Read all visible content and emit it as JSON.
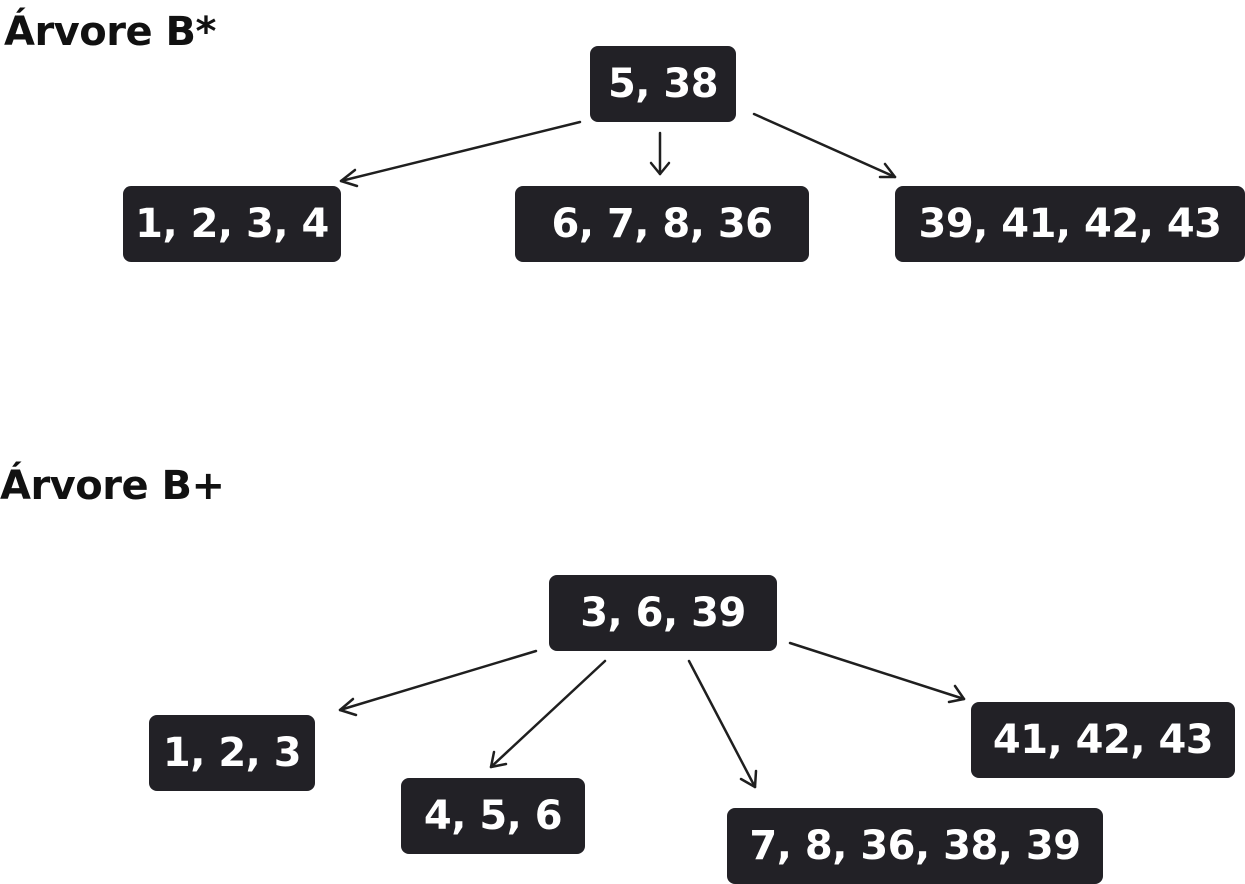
{
  "diagrams": [
    {
      "title": "Árvore B*",
      "nodes": {
        "root": "5, 38",
        "left": "1, 2, 3, 4",
        "middle": "6, 7, 8, 36",
        "right": "39, 41, 42, 43"
      }
    },
    {
      "title": "Árvore B+",
      "nodes": {
        "root": "3, 6, 39",
        "child1": "1, 2, 3",
        "child2": "4, 5, 6",
        "child3": "7, 8, 36, 38, 39",
        "child4": "41, 42, 43"
      }
    }
  ],
  "colors": {
    "node_fill": "#222126",
    "node_text": "#ffffff",
    "title_text": "#111111",
    "arrow": "#1f1f1f"
  }
}
